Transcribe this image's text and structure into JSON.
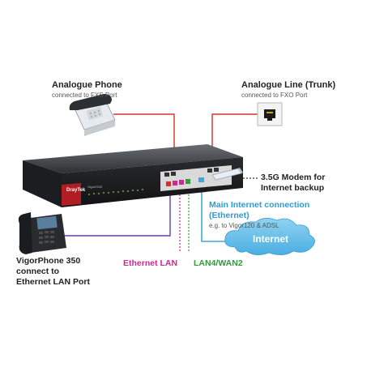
{
  "labels": {
    "analogue_phone": {
      "title": "Analogue Phone",
      "sub": "connected to FXS Port"
    },
    "analogue_line": {
      "title": "Analogue Line (Trunk)",
      "sub": "connected to FXO Port"
    },
    "modem": {
      "line1": "3.5G Modem for",
      "line2": "Internet backup"
    },
    "main_internet": {
      "line1": "Main Internet connection",
      "line2": "(Ethernet)",
      "sub": "e.g. to Vigor120 & ADSL"
    },
    "internet_cloud": "Internet",
    "vigorphone": {
      "line1": "VigorPhone 350",
      "line2": "connect to",
      "line3": "Ethernet LAN Port"
    },
    "ethernet_lan": "Ethernet LAN",
    "lan_wan": "LAN4/WAN2",
    "router_brand": "DrayTek",
    "router_model": "Vigor2920"
  },
  "colors": {
    "fxs_line": "#d0342c",
    "fxo_line": "#d0342c",
    "lan_line": "#6c3fa0",
    "ethernet_lan_text": "#cc2a8f",
    "wan_line": "#2e9e3a",
    "lan_wan_text": "#2e9e3a",
    "internet_line": "#3fa8dc",
    "main_internet_text": "#2d9bd6",
    "cloud": "#6cc0e8"
  },
  "icons": [
    "phone-icon",
    "phone-jack-icon",
    "router-icon",
    "usb-modem-icon",
    "ip-phone-icon",
    "cloud-icon"
  ]
}
